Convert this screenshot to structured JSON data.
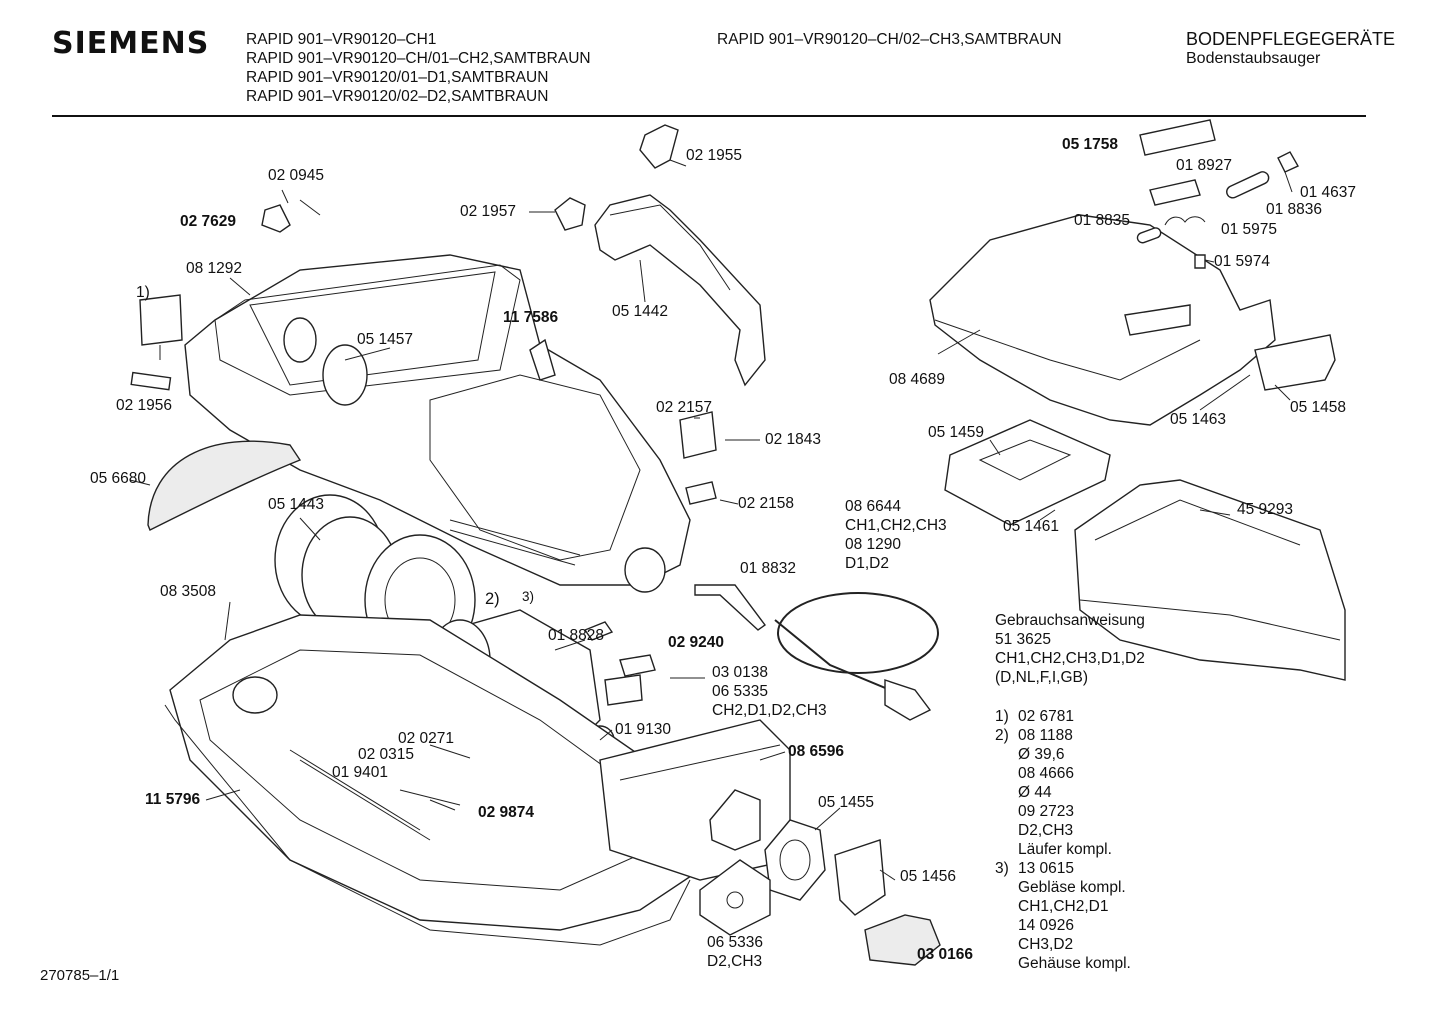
{
  "header": {
    "brand": "SIEMENS",
    "models": [
      "RAPID 901–VR90120–CH1",
      "RAPID 901–VR90120–CH/01–CH2,SAMTBRAUN",
      "RAPID 901–VR90120/01–D1,SAMTBRAUN",
      "RAPID 901–VR90120/02–D2,SAMTBRAUN"
    ],
    "center_model": "RAPID 901–VR90120–CH/02–CH3,SAMTBRAUN",
    "category": "BODENPFLEGEGERÄTE",
    "subcategory": "Bodenstaubsauger"
  },
  "parts": [
    {
      "id": "p-021955",
      "text": "02 1955",
      "bold": false
    },
    {
      "id": "p-020945",
      "text": "02 0945",
      "bold": false
    },
    {
      "id": "p-027629",
      "text": "02 7629",
      "bold": true
    },
    {
      "id": "p-021957",
      "text": "02 1957",
      "bold": false
    },
    {
      "id": "p-081292",
      "text": "08 1292",
      "bold": false
    },
    {
      "id": "p-1",
      "text": "1)",
      "bold": false
    },
    {
      "id": "p-117586",
      "text": "11 7586",
      "bold": true
    },
    {
      "id": "p-051442",
      "text": "05 1442",
      "bold": false
    },
    {
      "id": "p-051457",
      "text": "05 1457",
      "bold": false
    },
    {
      "id": "p-021956",
      "text": "02 1956",
      "bold": false
    },
    {
      "id": "p-022157",
      "text": "02 2157",
      "bold": false
    },
    {
      "id": "p-021843",
      "text": "02 1843",
      "bold": false
    },
    {
      "id": "p-056680",
      "text": "05 6680",
      "bold": false
    },
    {
      "id": "p-051443",
      "text": "05 1443",
      "bold": false
    },
    {
      "id": "p-022158",
      "text": "02 2158",
      "bold": false
    },
    {
      "id": "p-018832",
      "text": "01 8832",
      "bold": false
    },
    {
      "id": "p-083508",
      "text": "08 3508",
      "bold": false
    },
    {
      "id": "p-2",
      "text": "2)",
      "bold": false
    },
    {
      "id": "p-3",
      "text": "3)",
      "bold": false
    },
    {
      "id": "p-018828",
      "text": "01 8828",
      "bold": false
    },
    {
      "id": "p-029240",
      "text": "02 9240",
      "bold": true
    },
    {
      "id": "p-030138",
      "text": "03 0138",
      "bold": false
    },
    {
      "id": "p-065335",
      "text": "06 5335",
      "bold": false
    },
    {
      "id": "p-ch2d1d2ch3",
      "text": "CH2,D1,D2,CH3",
      "bold": false
    },
    {
      "id": "p-019130",
      "text": "01 9130",
      "bold": false
    },
    {
      "id": "p-020271",
      "text": "02 0271",
      "bold": false
    },
    {
      "id": "p-020315",
      "text": "02 0315",
      "bold": false
    },
    {
      "id": "p-019401",
      "text": "01 9401",
      "bold": false
    },
    {
      "id": "p-086596",
      "text": "08 6596",
      "bold": true
    },
    {
      "id": "p-115796",
      "text": "11 5796",
      "bold": true
    },
    {
      "id": "p-029874",
      "text": "02 9874",
      "bold": true
    },
    {
      "id": "p-051455",
      "text": "05 1455",
      "bold": false
    },
    {
      "id": "p-051456",
      "text": "05 1456",
      "bold": false
    },
    {
      "id": "p-065336",
      "text": "06 5336",
      "bold": false
    },
    {
      "id": "p-d2ch3",
      "text": "D2,CH3",
      "bold": false
    },
    {
      "id": "p-030166",
      "text": "03 0166",
      "bold": true
    },
    {
      "id": "p-051758",
      "text": "05 1758",
      "bold": true
    },
    {
      "id": "p-018927",
      "text": "01 8927",
      "bold": false
    },
    {
      "id": "p-014637",
      "text": "01 4637",
      "bold": false
    },
    {
      "id": "p-018836",
      "text": "01 8836",
      "bold": false
    },
    {
      "id": "p-018835",
      "text": "01 8835",
      "bold": false
    },
    {
      "id": "p-015975",
      "text": "01 5975",
      "bold": false
    },
    {
      "id": "p-015974",
      "text": "01 5974",
      "bold": false
    },
    {
      "id": "p-084689",
      "text": "08 4689",
      "bold": false
    },
    {
      "id": "p-051463",
      "text": "05 1463",
      "bold": false
    },
    {
      "id": "p-051458",
      "text": "05 1458",
      "bold": false
    },
    {
      "id": "p-051459",
      "text": "05 1459",
      "bold": false
    },
    {
      "id": "p-051461",
      "text": "05 1461",
      "bold": false
    },
    {
      "id": "p-459293",
      "text": "45 9293",
      "bold": false
    }
  ],
  "cord_note": [
    "08 6644",
    "CH1,CH2,CH3",
    "08 1290",
    "D1,D2"
  ],
  "manual_note": [
    "Gebrauchsanweisung",
    "51 3625",
    "CH1,CH2,CH3,D1,D2",
    "(D,NL,F,I,GB)"
  ],
  "footnotes": [
    {
      "marker": "1)",
      "lines": [
        "02 6781"
      ]
    },
    {
      "marker": "2)",
      "lines": [
        "08 1188",
        "Ø 39,6",
        "08 4666",
        "Ø 44",
        "09 2723",
        "D2,CH3",
        "Läufer kompl."
      ]
    },
    {
      "marker": "3)",
      "lines": [
        "13 0615",
        "Gebläse kompl.",
        "CH1,CH2,D1",
        "14 0926",
        "CH3,D2",
        "Gehäuse kompl."
      ]
    }
  ],
  "doc_id": "270785–1/1"
}
